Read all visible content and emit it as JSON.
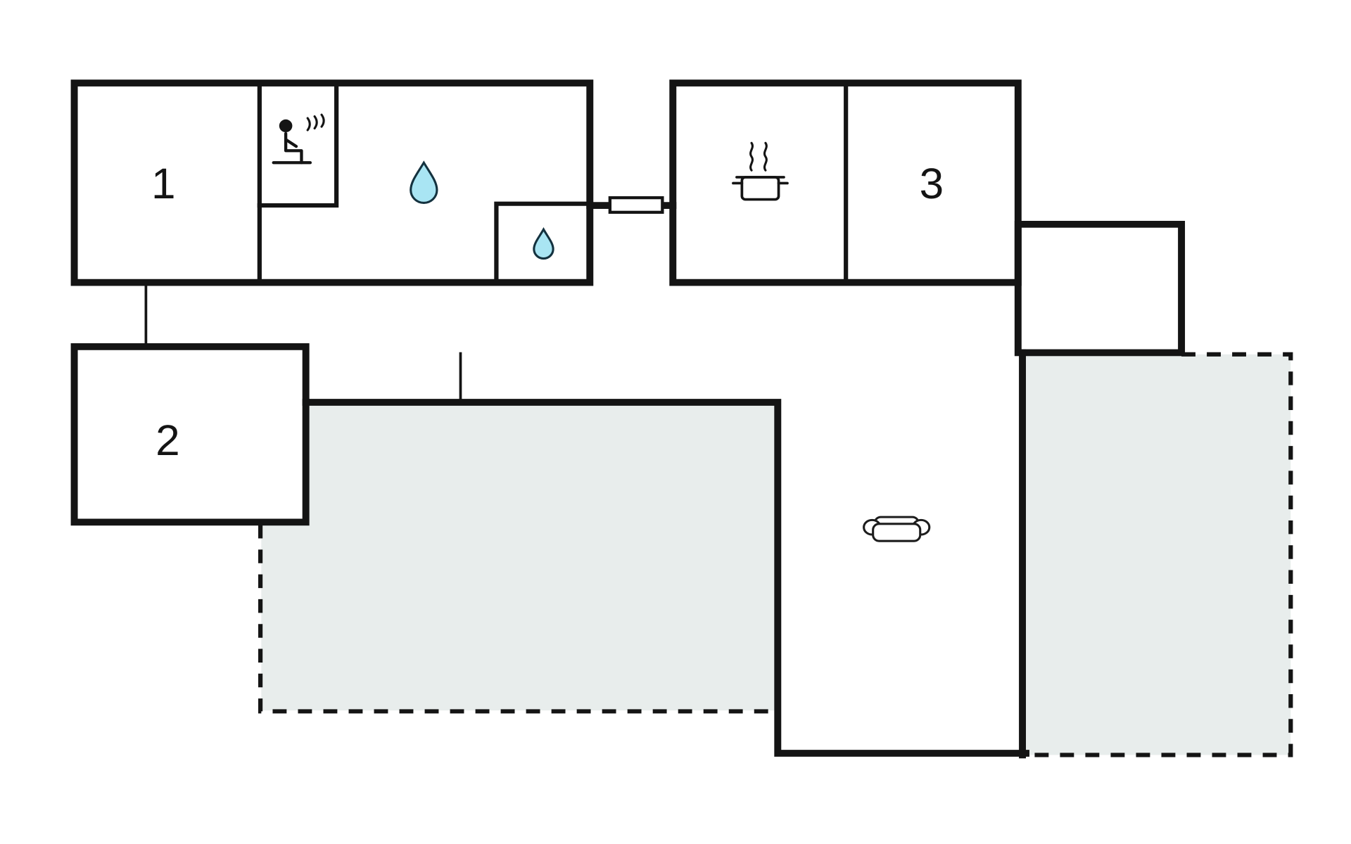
{
  "floor_plan": {
    "rooms": [
      {
        "label": "1"
      },
      {
        "label": "2"
      },
      {
        "label": "3"
      }
    ],
    "icons": [
      {
        "name": "sauna-icon"
      },
      {
        "name": "water-drop-large-icon"
      },
      {
        "name": "water-drop-small-icon"
      },
      {
        "name": "cooking-pot-icon"
      },
      {
        "name": "sofa-icon"
      },
      {
        "name": "door-symbol"
      }
    ],
    "colors": {
      "wall": "#141414",
      "terrace_fill": "#e8edec",
      "water_drop_fill": "#a9e5f3",
      "background": "#ffffff"
    }
  }
}
